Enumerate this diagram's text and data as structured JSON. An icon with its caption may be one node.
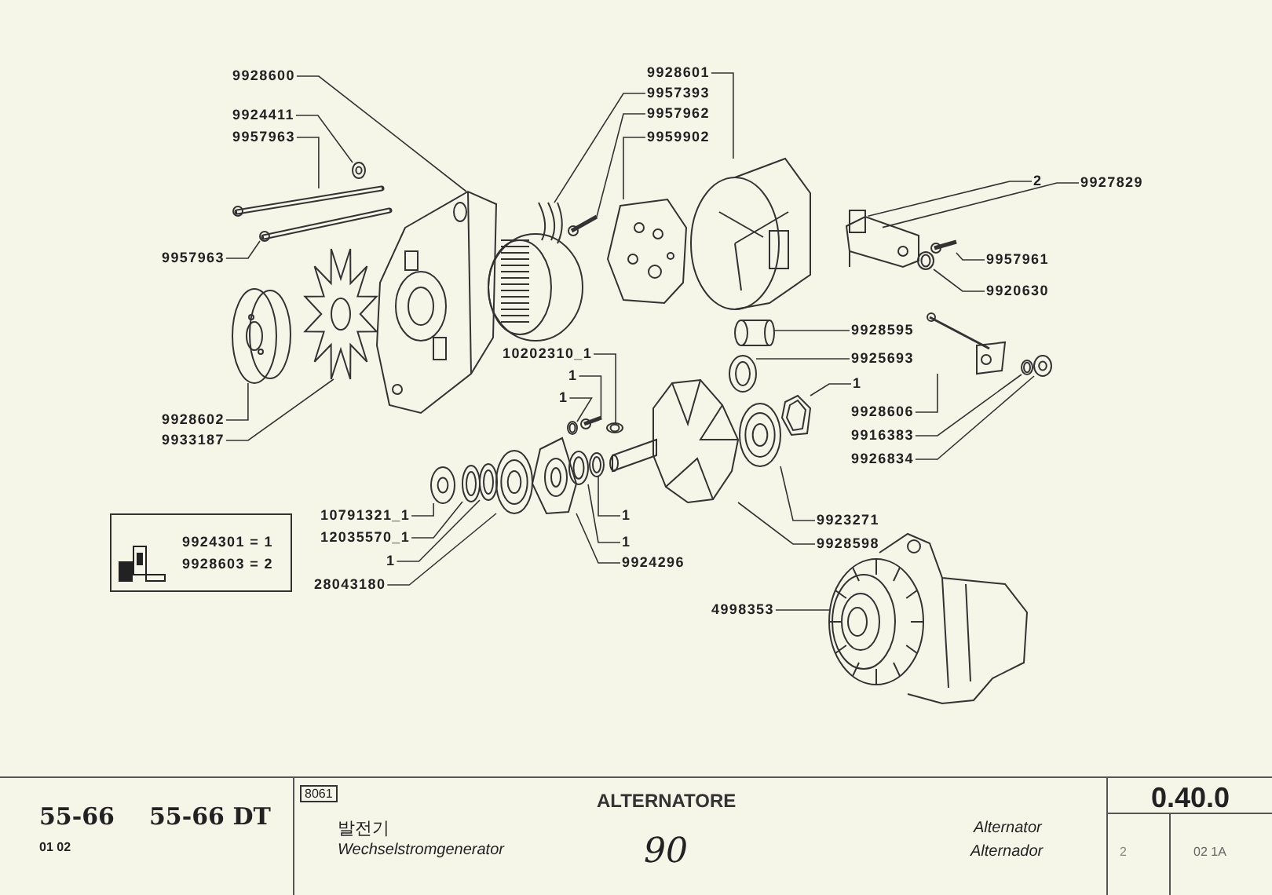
{
  "diagram": {
    "title": "ALTERNATORE",
    "nodes": [
      {
        "text": [
          "9928600"
        ]
      },
      {
        "text": [
          "9924411"
        ]
      },
      {
        "text": [
          "9957963"
        ]
      },
      {
        "text": [
          "9957963"
        ]
      },
      {
        "text": [
          "9928602"
        ]
      },
      {
        "text": [
          "9933187"
        ]
      },
      {
        "text": [
          "9928601"
        ]
      },
      {
        "text": [
          "9957393"
        ]
      },
      {
        "text": [
          "9957962"
        ]
      },
      {
        "text": [
          "9959902"
        ]
      },
      {
        "text": [
          "2"
        ]
      },
      {
        "text": [
          "9927829"
        ]
      },
      {
        "text": [
          "9957961"
        ]
      },
      {
        "text": [
          "9920630"
        ]
      },
      {
        "text": [
          "9928595"
        ]
      },
      {
        "text": [
          "9925693"
        ]
      },
      {
        "text": [
          "1"
        ]
      },
      {
        "text": [
          "9928606"
        ]
      },
      {
        "text": [
          "9916383"
        ]
      },
      {
        "text": [
          "9926834"
        ]
      },
      {
        "text": [
          "10202310_1"
        ]
      },
      {
        "text": [
          "1"
        ]
      },
      {
        "text": [
          "1"
        ]
      },
      {
        "text": [
          "10791321_1"
        ]
      },
      {
        "text": [
          "12035570_1"
        ]
      },
      {
        "text": [
          "1"
        ]
      },
      {
        "text": [
          "28043180"
        ]
      },
      {
        "text": [
          "1"
        ]
      },
      {
        "text": [
          "1"
        ]
      },
      {
        "text": [
          "9924296"
        ]
      },
      {
        "text": [
          "9923271"
        ]
      },
      {
        "text": [
          "9928598"
        ]
      },
      {
        "text": [
          "4998353"
        ]
      },
      {
        "text": [
          "9924301 = 1",
          "9928603 = 2"
        ]
      },
      {
        "text": [],
        "shape": "picture"
      },
      {
        "text": [],
        "shape": "picture"
      },
      {
        "text": [],
        "shape": "picture"
      },
      {
        "text": [],
        "shape": "picture"
      },
      {
        "text": [],
        "shape": "picture"
      },
      {
        "text": [],
        "shape": "picture"
      },
      {
        "text": [],
        "shape": "picture"
      },
      {
        "text": [],
        "shape": "picture"
      },
      {
        "text": [],
        "shape": "picture"
      },
      {
        "text": [],
        "shape": "picture"
      },
      {
        "text": [],
        "shape": "picture"
      },
      {
        "text": [],
        "shape": "picture"
      },
      {
        "text": [],
        "shape": "picture"
      },
      {
        "text": [],
        "shape": "picture"
      },
      {
        "text": [],
        "shape": "picture"
      },
      {
        "text": [],
        "shape": "picture"
      },
      {
        "text": [],
        "shape": "picture"
      },
      {
        "text": [],
        "shape": "picture"
      },
      {
        "text": [],
        "shape": "picture"
      },
      {
        "text": [],
        "shape": "picture"
      },
      {
        "text": [],
        "shape": "picture"
      },
      {
        "text": [],
        "shape": "picture"
      },
      {
        "text": [],
        "shape": "picture"
      },
      {
        "text": [],
        "shape": "picture"
      },
      {
        "text": [],
        "shape": "picture"
      },
      {
        "text": [],
        "shape": "picture"
      },
      {
        "text": [],
        "shape": "picture"
      },
      {
        "text": [],
        "shape": "picture"
      },
      {
        "text": [],
        "shape": "picture"
      },
      {
        "text": [],
        "shape": "picture"
      },
      {
        "text": [],
        "shape": "picture"
      },
      {
        "text": [],
        "shape": "picture"
      }
    ],
    "edges": [
      {
        "from": 0,
        "to": 37,
        "arrow": "none"
      },
      {
        "from": 1,
        "to": 36,
        "arrow": "none"
      },
      {
        "from": 2,
        "to": 34,
        "arrow": "none"
      },
      {
        "from": 3,
        "to": 35,
        "arrow": "none"
      },
      {
        "from": 4,
        "to": 38,
        "arrow": "none"
      },
      {
        "from": 5,
        "to": 39,
        "arrow": "none"
      },
      {
        "from": 6,
        "to": 43,
        "arrow": "none"
      },
      {
        "from": 7,
        "to": 40,
        "arrow": "none"
      },
      {
        "from": 8,
        "to": 41,
        "arrow": "none"
      },
      {
        "from": 9,
        "to": 42,
        "arrow": "none"
      },
      {
        "from": 10,
        "to": 44,
        "arrow": "none"
      },
      {
        "from": 11,
        "to": 44,
        "arrow": "none"
      },
      {
        "from": 12,
        "to": 45,
        "arrow": "none"
      },
      {
        "from": 13,
        "to": 46,
        "arrow": "none"
      },
      {
        "from": 14,
        "to": 47,
        "arrow": "none"
      },
      {
        "from": 15,
        "to": 48,
        "arrow": "none"
      },
      {
        "from": 16,
        "to": 49,
        "arrow": "none"
      },
      {
        "from": 17,
        "to": 50,
        "arrow": "none"
      },
      {
        "from": 18,
        "to": 51,
        "arrow": "none"
      },
      {
        "from": 19,
        "to": 52,
        "arrow": "none"
      },
      {
        "from": 20,
        "to": 53,
        "arrow": "none"
      },
      {
        "from": 21,
        "to": 54,
        "arrow": "none"
      },
      {
        "from": 22,
        "to": 55,
        "arrow": "none"
      },
      {
        "from": 23,
        "to": 56,
        "arrow": "none"
      },
      {
        "from": 24,
        "to": 57,
        "arrow": "none"
      },
      {
        "from": 25,
        "to": 58,
        "arrow": "none"
      },
      {
        "from": 26,
        "to": 59,
        "arrow": "none"
      },
      {
        "from": 27,
        "to": 62,
        "arrow": "none"
      },
      {
        "from": 28,
        "to": 61,
        "arrow": "none"
      },
      {
        "from": 29,
        "to": 60,
        "arrow": "none"
      },
      {
        "from": 30,
        "to": 63,
        "arrow": "none"
      },
      {
        "from": 31,
        "to": 64,
        "arrow": "none"
      },
      {
        "from": 32,
        "to": 65,
        "arrow": "none"
      }
    ],
    "labels": [
      "55-66",
      "55-66 DT",
      "01 02",
      "8061",
      "발전기",
      "Wechselstromgenerator",
      "90",
      "Alternator",
      "Alternador",
      "0.40.0",
      "2",
      "02 1A"
    ]
  }
}
